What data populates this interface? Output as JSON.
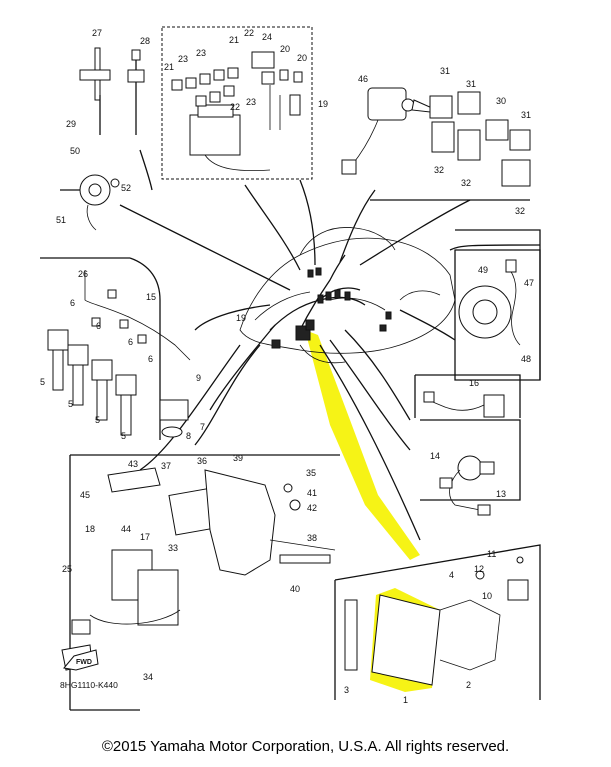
{
  "diagram_code": "8HG1110-K440",
  "copyright": "©2015 Yamaha Motor Corporation, U.S.A. All rights reserved.",
  "fwd_label": "FWD",
  "highlight_color": "#f5f20a",
  "callouts": [
    "1",
    "2",
    "3",
    "4",
    "5",
    "5",
    "5",
    "5",
    "6",
    "6",
    "6",
    "6",
    "7",
    "8",
    "9",
    "10",
    "11",
    "12",
    "13",
    "14",
    "15",
    "16",
    "17",
    "18",
    "19",
    "19",
    "20",
    "20",
    "21",
    "21",
    "22",
    "22",
    "23",
    "23",
    "23",
    "24",
    "25",
    "26",
    "27",
    "28",
    "29",
    "30",
    "31",
    "31",
    "31",
    "32",
    "32",
    "32",
    "33",
    "34",
    "35",
    "36",
    "37",
    "38",
    "39",
    "40",
    "41",
    "42",
    "43",
    "44",
    "45",
    "46",
    "47",
    "48",
    "49",
    "50",
    "51",
    "52"
  ]
}
